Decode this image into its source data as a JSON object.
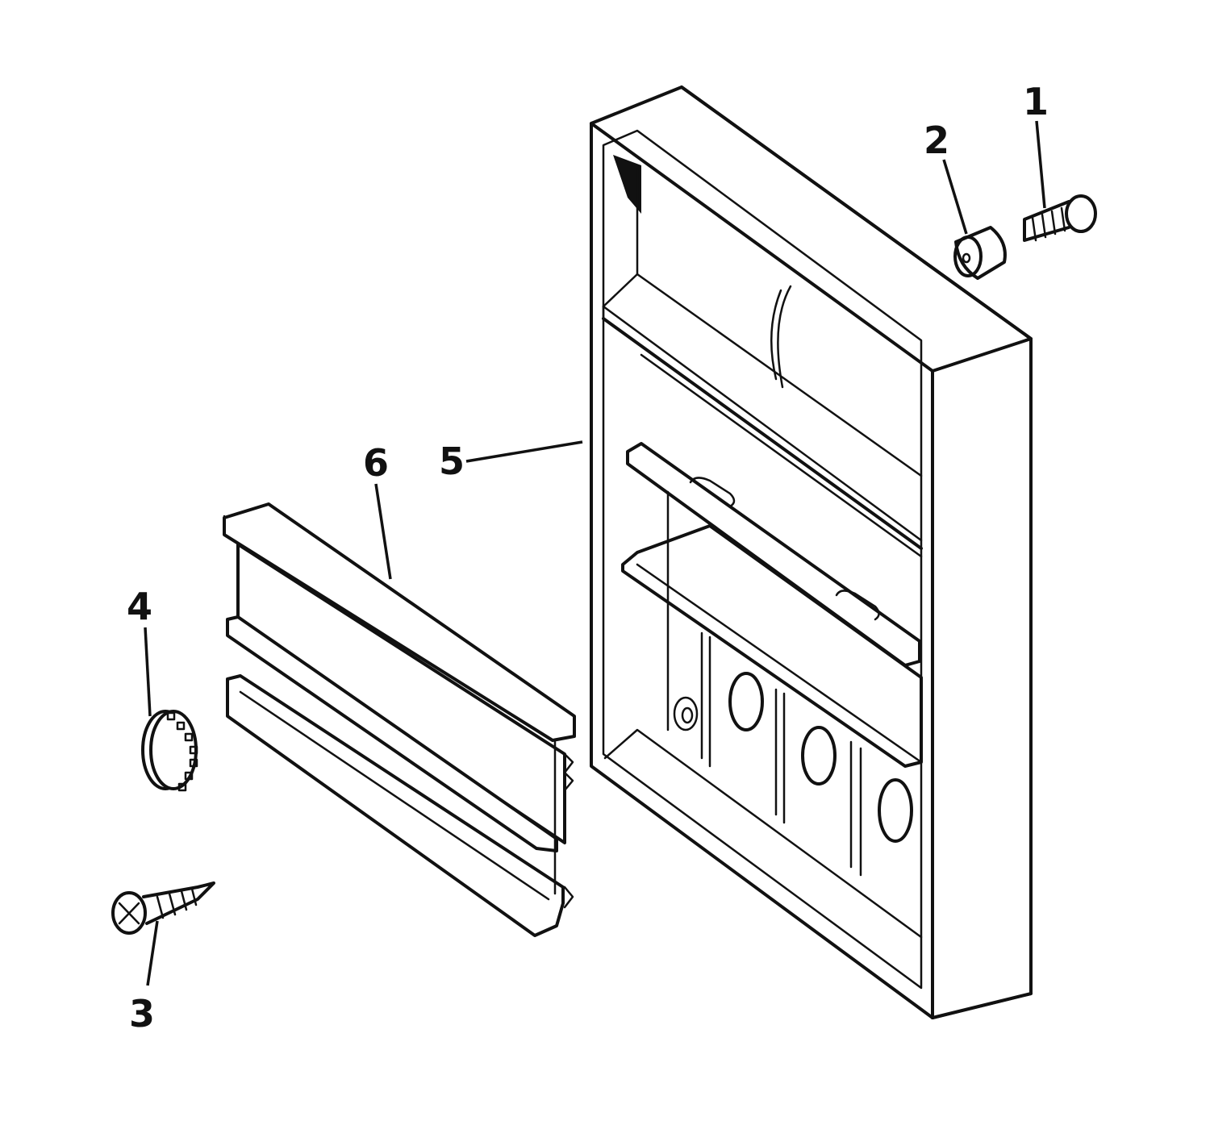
{
  "diagram": {
    "type": "exploded-parts-diagram",
    "callouts": [
      {
        "id": "1",
        "label": "1"
      },
      {
        "id": "2",
        "label": "2"
      },
      {
        "id": "3",
        "label": "3"
      },
      {
        "id": "4",
        "label": "4"
      },
      {
        "id": "5",
        "label": "5"
      },
      {
        "id": "6",
        "label": "6"
      }
    ]
  }
}
